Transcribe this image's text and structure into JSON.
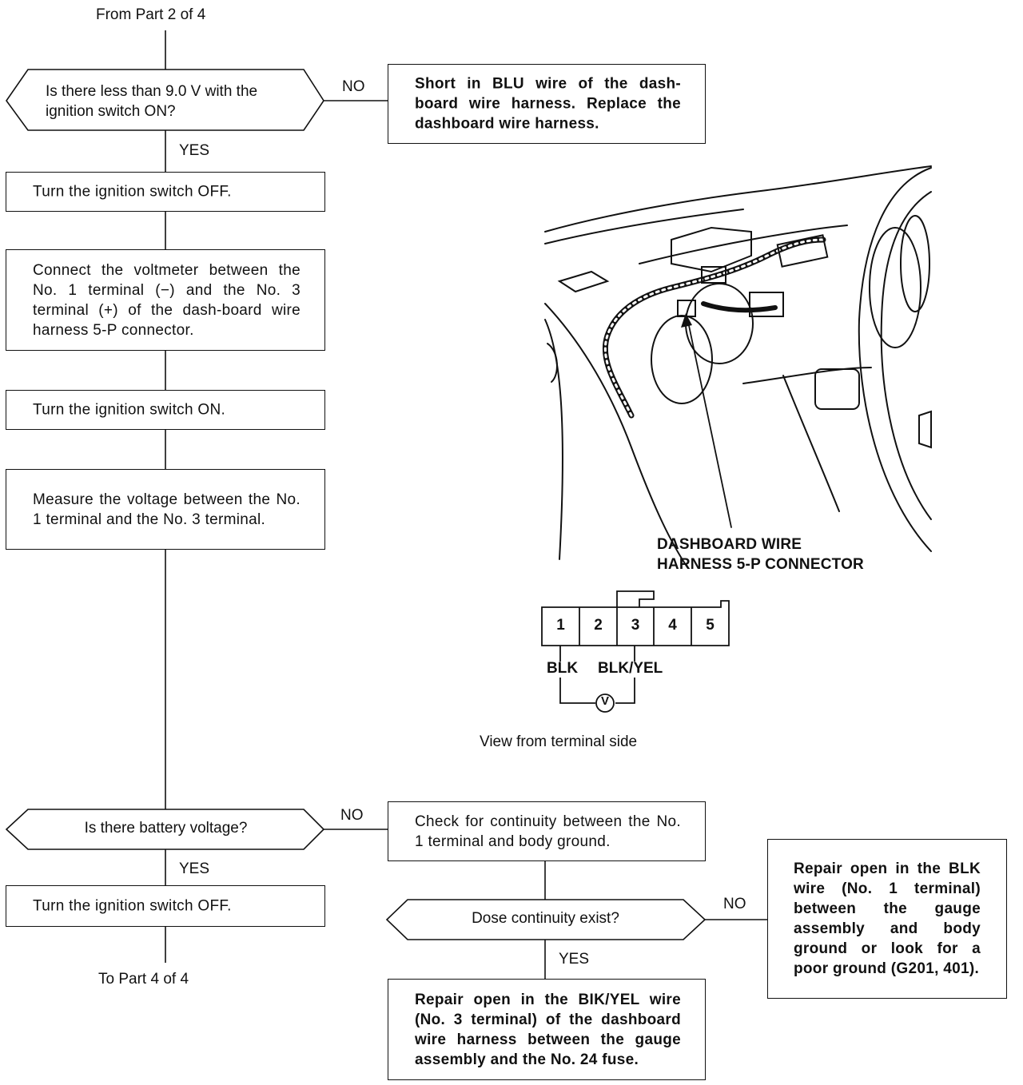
{
  "from_label": "From Part 2 of 4",
  "to_label": "To Part 4 of 4",
  "flow": {
    "q1": "Is there less than 9.0 V with the ignition switch ON?",
    "q1_no": "NO",
    "q1_no_result": "Short in BLU wire of the dash-board wire harness. Replace the dashboard wire harness.",
    "q1_yes": "YES",
    "step1": "Turn the ignition switch OFF.",
    "step2": "Connect the voltmeter between the No. 1 terminal (−) and the No. 3 terminal (+) of the dash-board wire harness 5-P connector.",
    "step3": "Turn the ignition switch ON.",
    "step4": "Measure the voltage between the No. 1 terminal and the No. 3 terminal.",
    "q2": "Is there battery voltage?",
    "q2_no": "NO",
    "q2_yes": "YES",
    "step5": "Turn the ignition switch OFF.",
    "check": "Check for continuity between the No. 1 terminal and body ground.",
    "q3": "Dose continuity exist?",
    "q3_no": "NO",
    "q3_yes": "YES",
    "repair_blk": "Repair open in the BLK wire (No. 1 terminal) between the gauge assembly and body ground or look for a poor ground (G201, 401).",
    "repair_blkyel": "Repair open in the BIK/YEL wire (No. 3 terminal) of the dashboard wire harness between the gauge assembly and the No. 24 fuse."
  },
  "illustration": {
    "callout_line1": "DASHBOARD WIRE",
    "callout_line2": "HARNESS 5-P CONNECTOR"
  },
  "connector": {
    "pins": [
      "1",
      "2",
      "3",
      "4",
      "5"
    ],
    "wire_left": "BLK",
    "wire_right": "BLK/YEL",
    "meter_symbol": "V",
    "caption": "View from terminal side"
  }
}
